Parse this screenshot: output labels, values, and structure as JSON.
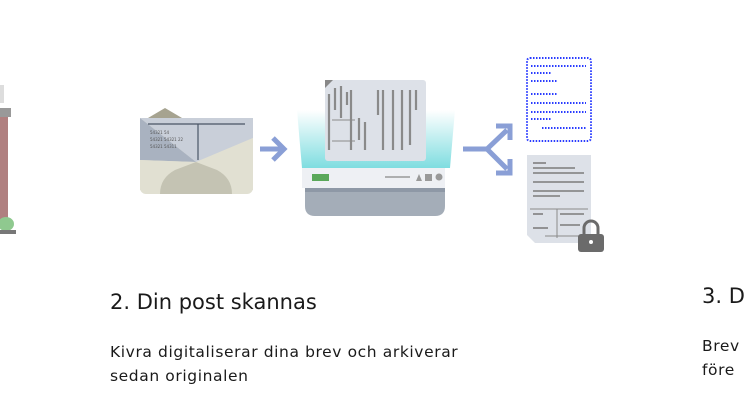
{
  "step2": {
    "title": "2. Din post skannas",
    "description_line1": "Kivra digitaliserar dina brev och arkiverar",
    "description_line2": "sedan originalen"
  },
  "step3": {
    "title": "3. D",
    "description_line1": "Brev",
    "description_line2": "före"
  },
  "envelope_text": [
    "54321 54",
    "54321 54321 22",
    "54321 54311"
  ],
  "colors": {
    "arrow": "#8a9fd6",
    "scanner_glow": "#7fdde0",
    "scanner_body": "#a4adb8",
    "digital_doc": "#2a3cff",
    "paper": "#dde1e8",
    "lock": "#6b6b6b"
  }
}
